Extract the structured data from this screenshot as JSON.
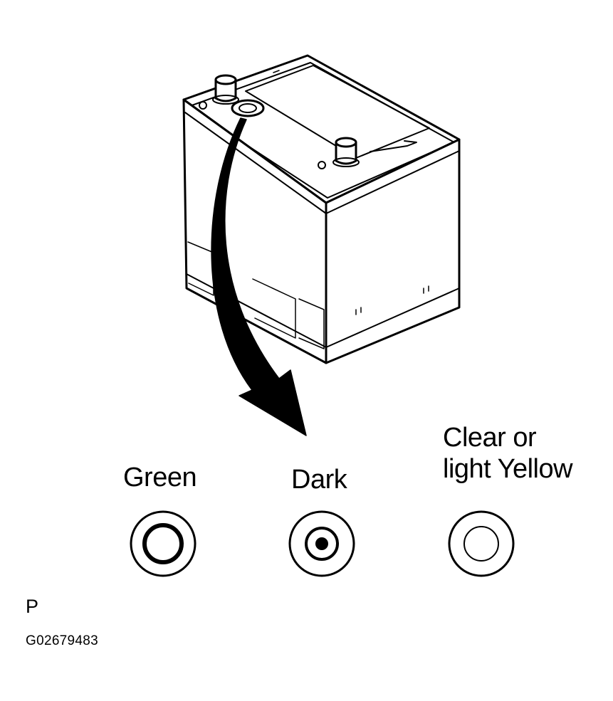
{
  "indicators": [
    {
      "label": "Green",
      "state": "green"
    },
    {
      "label": "Dark",
      "state": "dark"
    },
    {
      "label_line1": "Clear or",
      "label_line2": "light Yellow",
      "state": "clear"
    }
  ],
  "footer": {
    "code_letter": "P",
    "figure_code": "G02679483"
  },
  "colors": {
    "ink": "#000000",
    "background": "#ffffff"
  }
}
